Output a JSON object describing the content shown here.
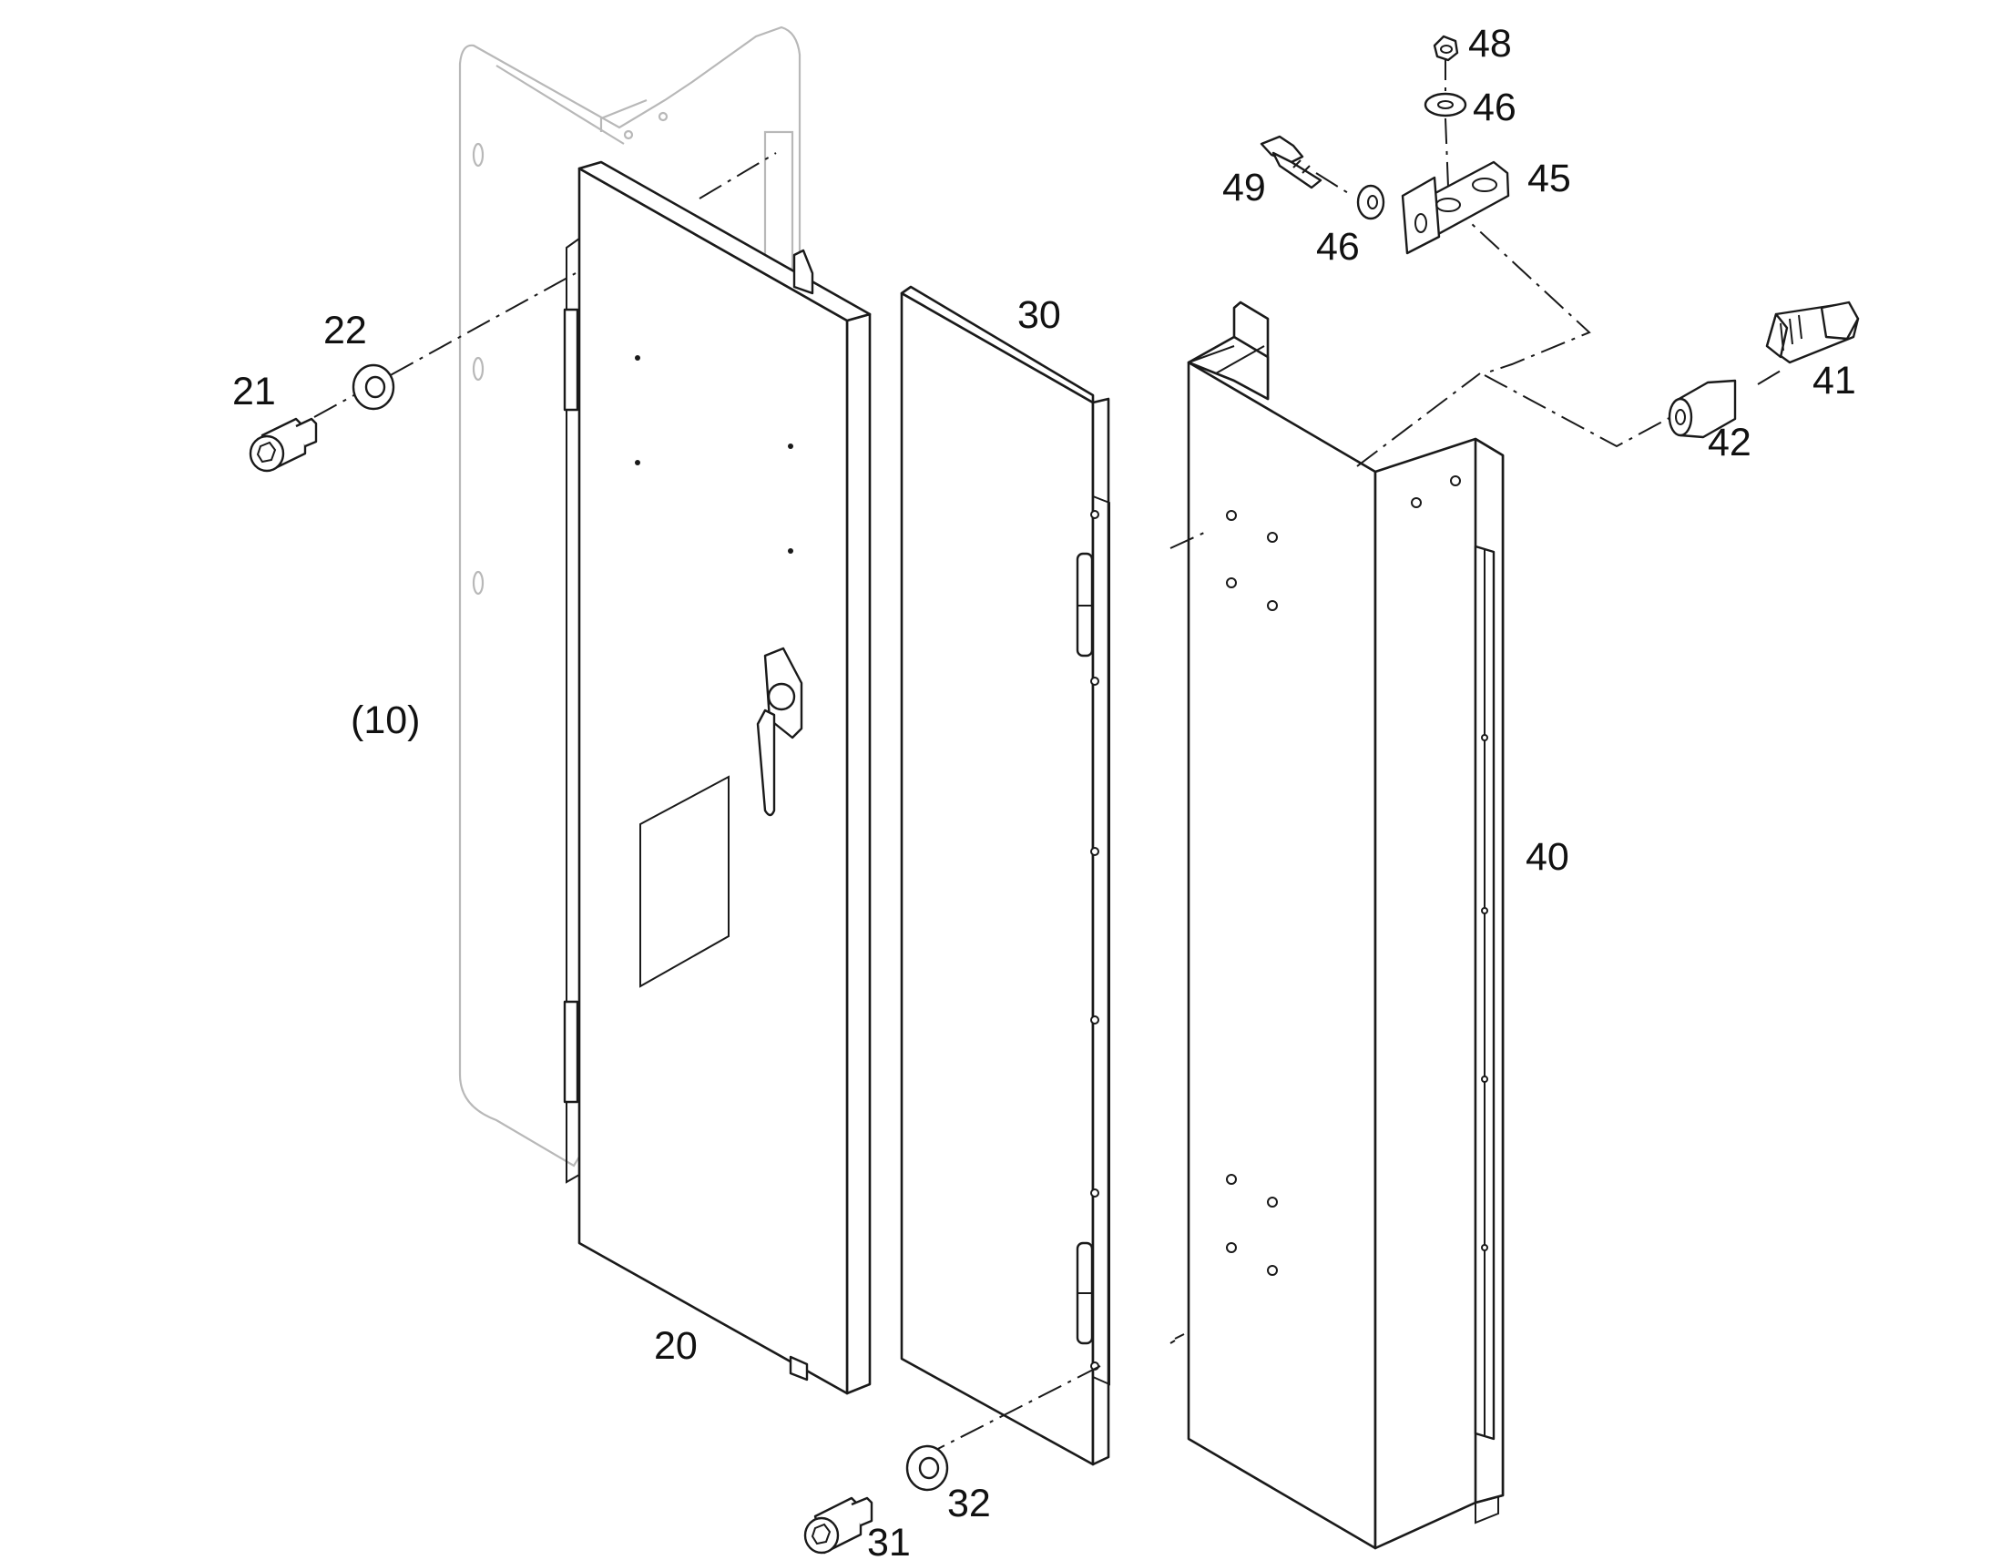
{
  "parts": [
    {
      "id": "p10",
      "label": "(10)"
    },
    {
      "id": "p20",
      "label": "20"
    },
    {
      "id": "p21",
      "label": "21"
    },
    {
      "id": "p22",
      "label": "22"
    },
    {
      "id": "p30",
      "label": "30"
    },
    {
      "id": "p31",
      "label": "31"
    },
    {
      "id": "p32",
      "label": "32"
    },
    {
      "id": "p40",
      "label": "40"
    },
    {
      "id": "p41",
      "label": "41"
    },
    {
      "id": "p42",
      "label": "42"
    },
    {
      "id": "p45",
      "label": "45"
    },
    {
      "id": "p46a",
      "label": "46"
    },
    {
      "id": "p46b",
      "label": "46"
    },
    {
      "id": "p48",
      "label": "48"
    },
    {
      "id": "p49",
      "label": "49"
    }
  ]
}
